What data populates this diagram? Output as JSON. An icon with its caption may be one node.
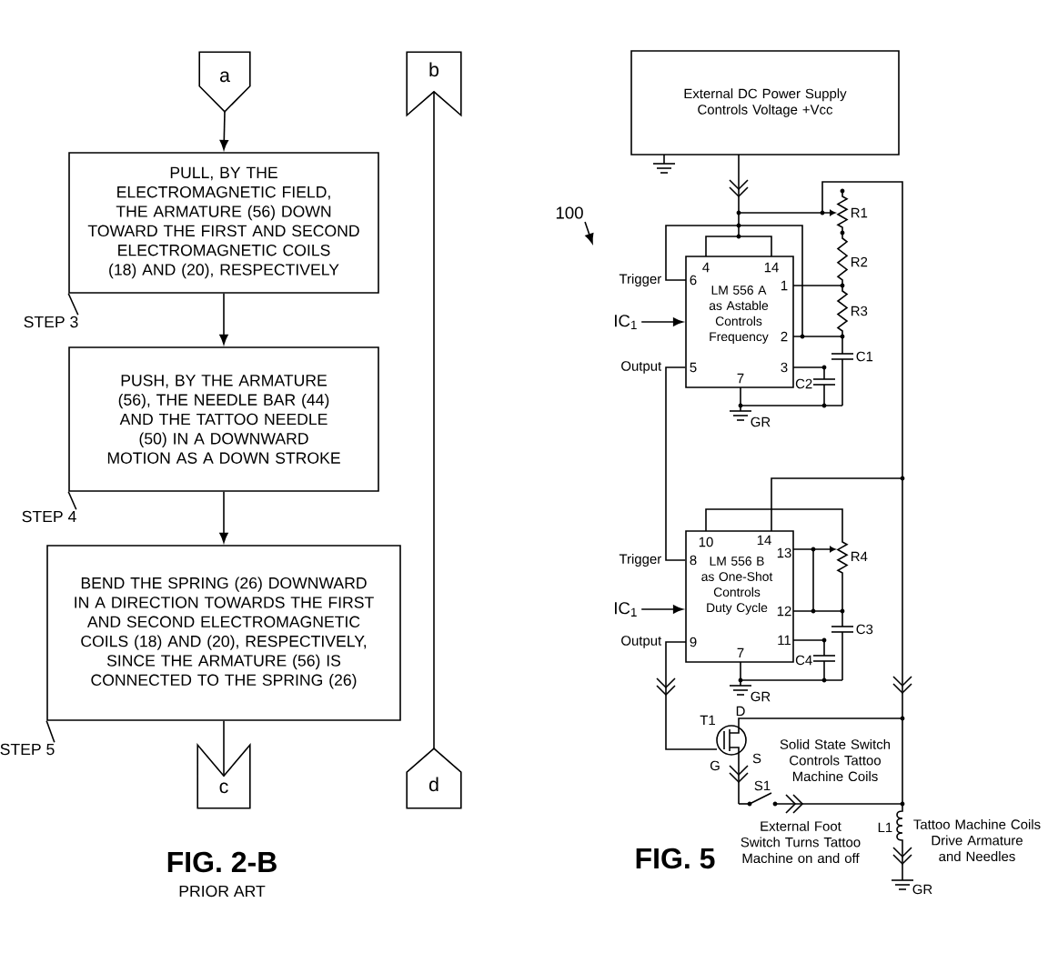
{
  "diagram": {
    "nodes": [
      {
        "text": [
          "a"
        ]
      },
      {
        "text": [
          "PULL, BY THE ELECTROMAGNETIC FIELD, THE ARMATURE (56) DOWN TOWARD THE FIRST AND SECOND ELECTROMAGNETIC COILS (18) AND (20), RESPECTIVELY"
        ]
      },
      {
        "text": [
          "STEP 3"
        ]
      },
      {
        "text": [
          "PUSH, BY THE ARMATURE (56), THE NEEDLE BAR (44) AND THE TATTOO NEEDLE (50) IN A DOWNWARD MOTION AS A DOWN STROKE"
        ]
      },
      {
        "text": [
          "STEP 4"
        ]
      },
      {
        "text": [
          "BEND THE SPRING (26) DOWNWARD IN A DIRECTION TOWARDS THE FIRST AND SECOND ELECTROMAGNETIC COILS (18) AND (20), RESPECTIVELY, SINCE THE ARMATURE (56) IS CONNECTED TO THE SPRING (26)"
        ]
      },
      {
        "text": [
          "STEP 5"
        ]
      },
      {
        "text": [
          "c"
        ]
      },
      {
        "text": [
          "b"
        ]
      },
      {
        "text": [
          "d"
        ]
      },
      {
        "text": [
          "100"
        ]
      },
      {
        "text": [
          "External DC Power Supply Controls Voltage +Vcc"
        ]
      },
      {
        "text": [
          "IC$_{1}$"
        ]
      },
      {
        "text": [
          "4",
          "14",
          "6",
          "LM 556 A as Astable Controls Frequency",
          "1",
          "2",
          "5",
          "3",
          "7"
        ],
        "beside": [
          "Trigger",
          "Output"
        ]
      },
      {
        "text": [
          "IC$_{1}$"
        ]
      },
      {
        "text": [
          "10",
          "14",
          "8",
          "LM 556 B as One-Shot Controls Duty Cycle",
          "13",
          "12",
          "9",
          "11",
          "7"
        ],
        "beside": [
          "Trigger",
          "Output"
        ]
      }
    ],
    "edges": [
      {
        "from": 0,
        "to": 1,
        "arrow": "to"
      },
      {
        "from": 1,
        "to": 3,
        "arrow": "to"
      },
      {
        "from": 3,
        "to": 5,
        "arrow": "to"
      },
      {
        "from": 5,
        "to": 7,
        "arrow": "none"
      },
      {
        "from": 2,
        "to": 1,
        "arrow": "none"
      },
      {
        "from": 4,
        "to": 3,
        "arrow": "none"
      },
      {
        "from": 6,
        "to": 5,
        "arrow": "none"
      },
      {
        "from": 9,
        "to": 8,
        "arrow": "none"
      },
      {
        "from": 10,
        "to": null,
        "arrow": "to"
      },
      {
        "from": 12,
        "to": 13,
        "arrow": "to"
      },
      {
        "from": 14,
        "to": 15,
        "arrow": "to"
      },
      {
        "from": 13,
        "to": 15,
        "arrow": "none"
      }
    ],
    "labels": [
      "R1",
      "R2",
      "R3",
      "C1",
      "C2",
      "GR",
      "R4",
      "C3",
      "C4",
      "GR",
      "T1",
      "D",
      "G",
      "S",
      "Solid State Switch Controls Tattoo Machine Coils",
      "S1",
      "External Foot Switch Turns Tattoo Machine on and off",
      "Tattoo Machine Coils Drive Armature and Needles",
      "L1",
      "GR",
      "FIG. 2-B",
      "PRIOR ART",
      "FIG. 5"
    ]
  }
}
